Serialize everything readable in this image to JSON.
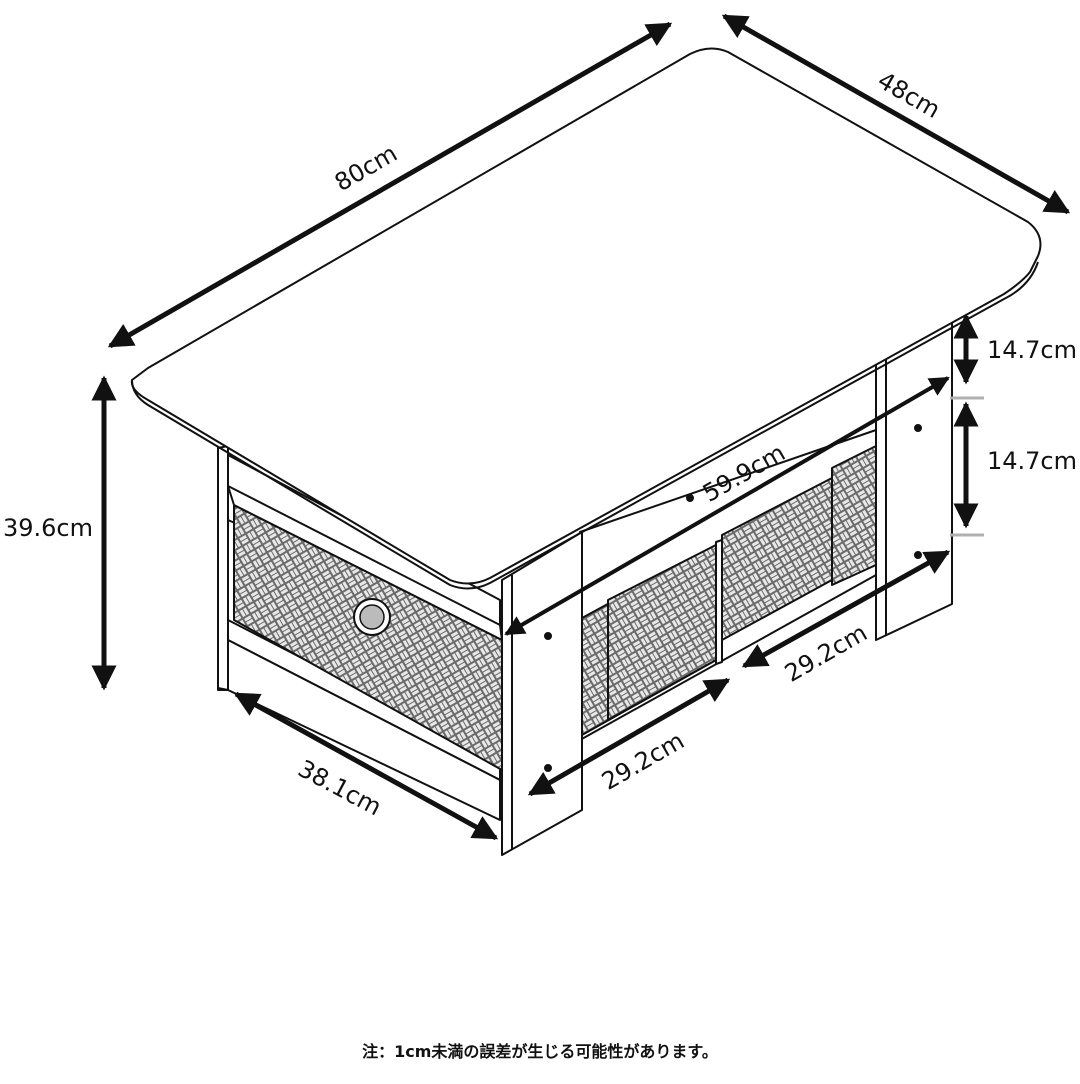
{
  "dimensions": {
    "width": "80cm",
    "depth": "48cm",
    "height": "39.6cm",
    "bin_depth": "38.1cm",
    "bin_width_left": "29.2cm",
    "bin_width_right": "29.2cm",
    "inner_width": "59.9cm",
    "upper_gap": "14.7cm",
    "bin_height": "14.7cm"
  },
  "note": "注：1cm未満の誤差が生じる可能性があります。",
  "colors": {
    "line": "#111111",
    "bin_fill": "#6b6b6b",
    "bin_weave": "#e8e8e8",
    "marker": "#b0b0b0"
  },
  "icons": {
    "arrow": "double-headed-arrow"
  }
}
